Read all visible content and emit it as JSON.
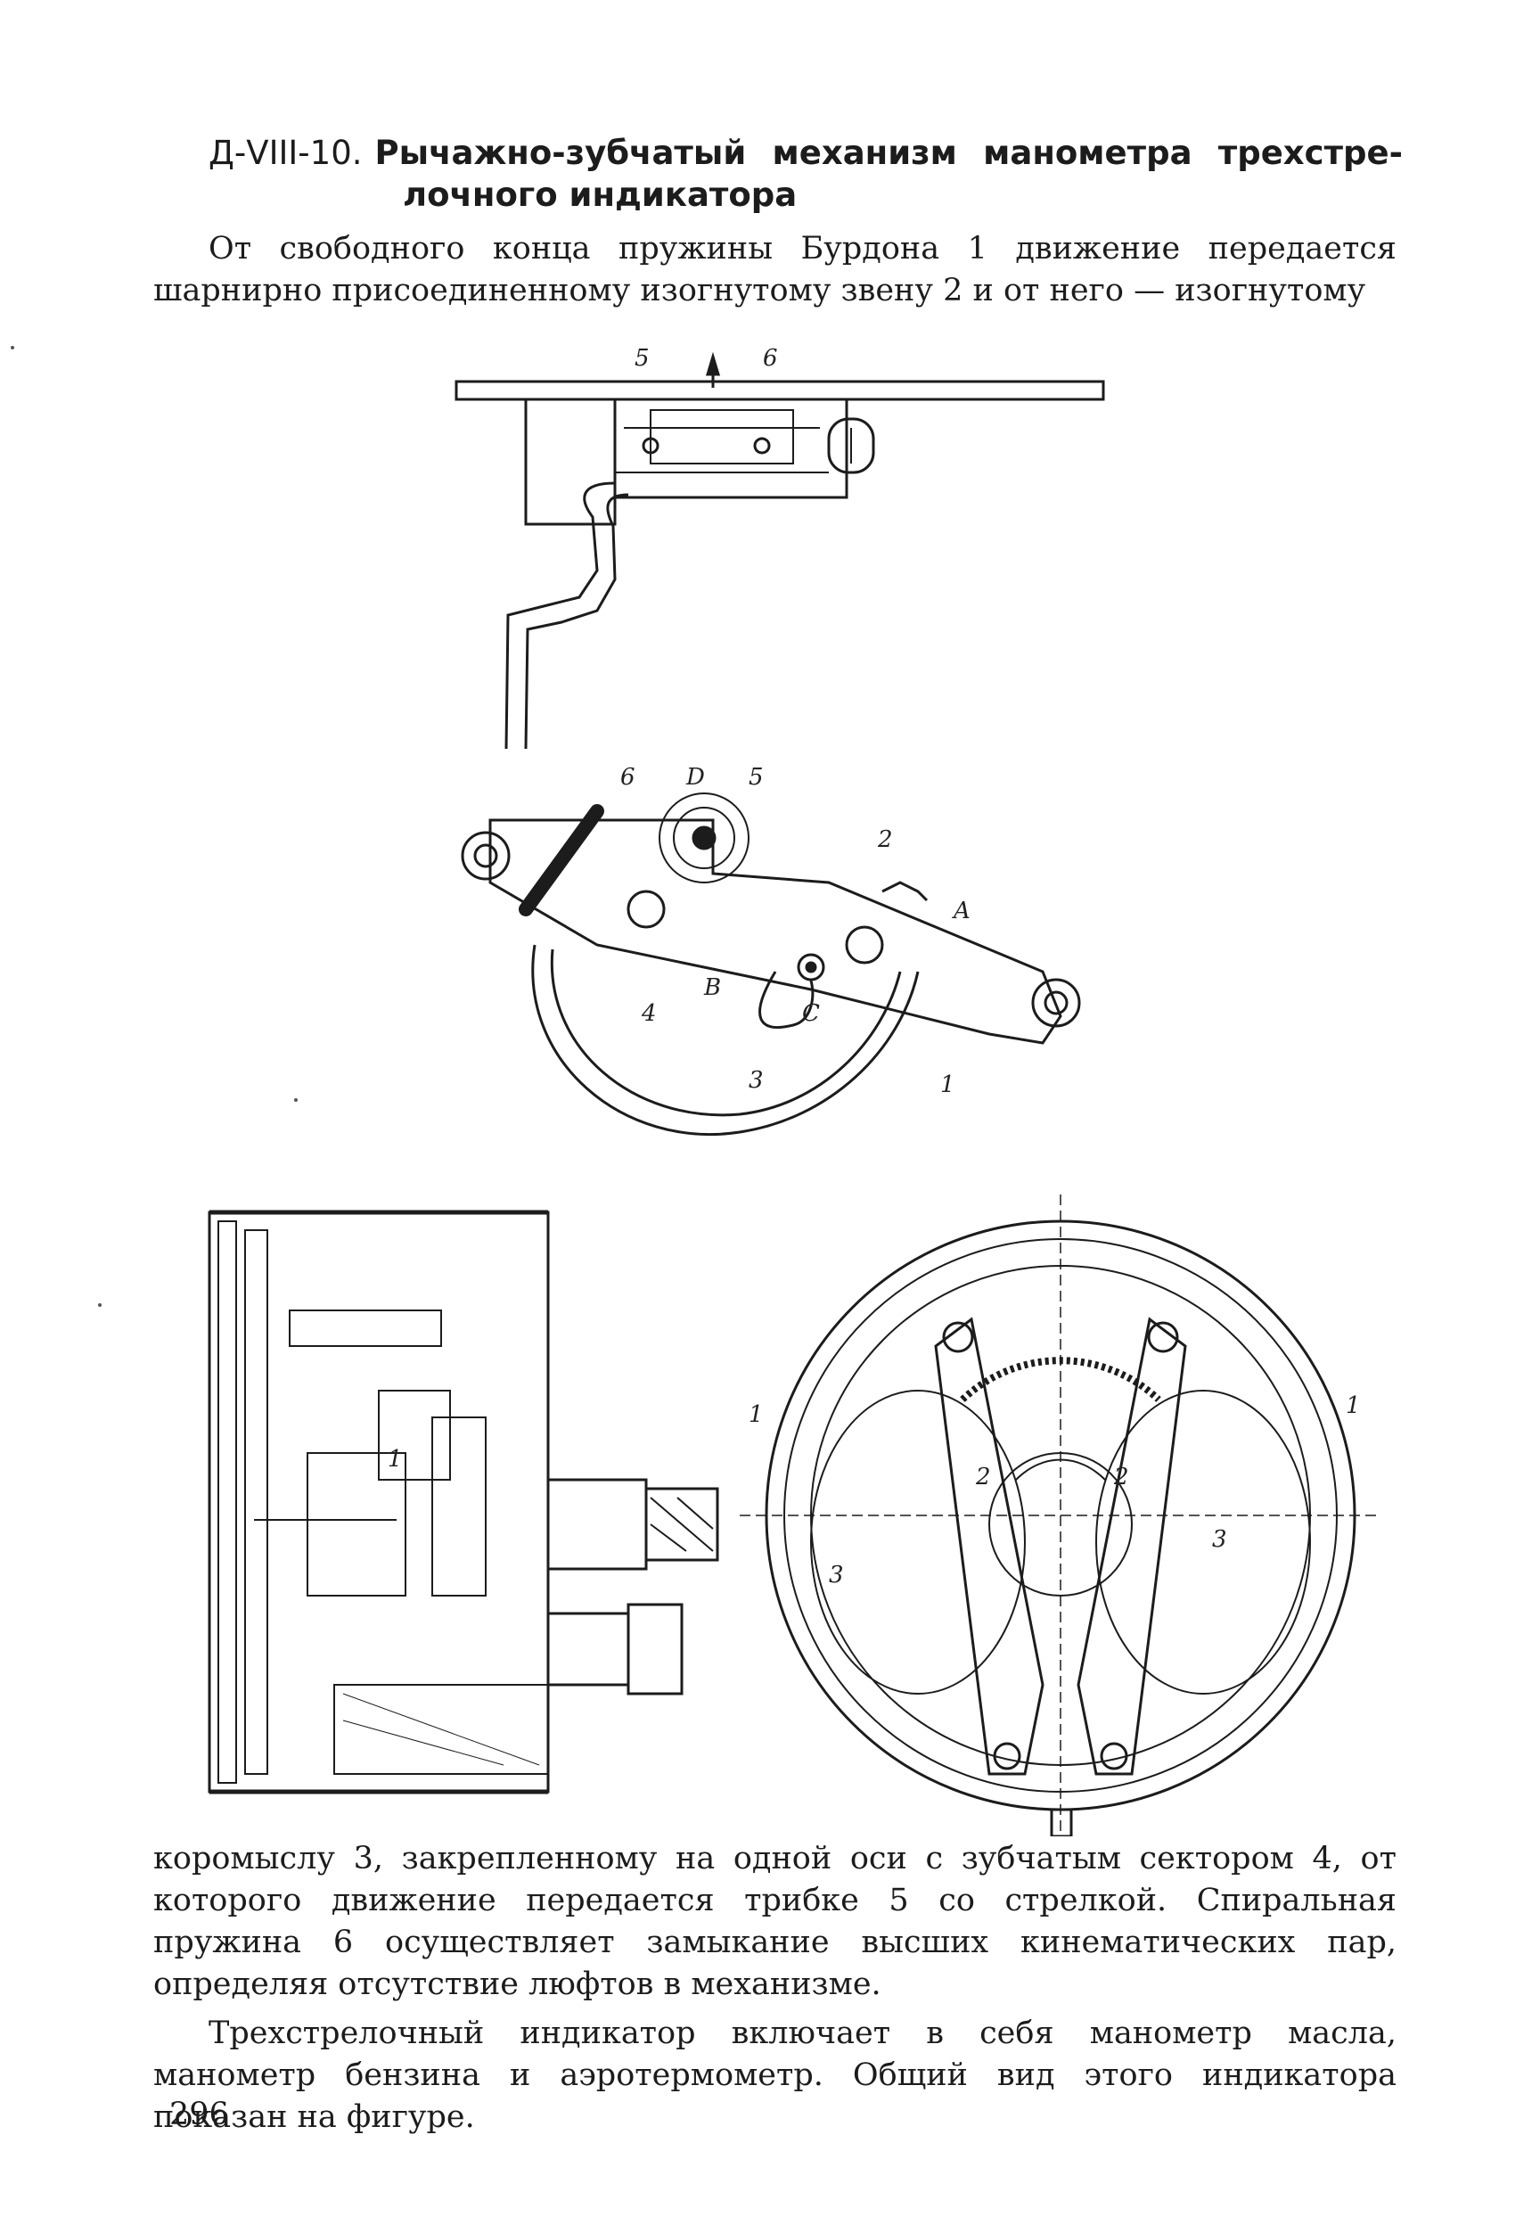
{
  "heading": {
    "code": "Д-VIII-10.",
    "title_words": [
      "Рычажно-зубчатый",
      "механизм",
      "манометра",
      "трехстре-"
    ],
    "title_line2": "лочного индикатора"
  },
  "paragraphs": {
    "p1": "От свободного конца пружины Бурдона 1 движение передается шарнирно присоединенному изогнутому звену 2 и от него — изогнутому",
    "p2": "коромыслу 3, закрепленному на одной оси с зубчатым сектором 4, от которого движение передается трибке 5 со стрелкой. Спиральная пружина 6 осуществляет замыкание высших кинематических пар, определяя отсутствие люфтов в механизме.",
    "p3": "Трехстрелочный индикатор включает в себя манометр масла, манометр бензина и аэротермометр. Общий вид этого индикатора показан на фигуре."
  },
  "page_number": "296",
  "figures": {
    "top_view": {
      "labels": [
        "5",
        "6"
      ]
    },
    "mechanism": {
      "labels": [
        "6",
        "D",
        "5",
        "2",
        "A",
        "4",
        "B",
        "C",
        "3",
        "1"
      ]
    },
    "section": {
      "labels": [
        "1"
      ]
    },
    "dial": {
      "labels": [
        "1",
        "1",
        "2",
        "2",
        "3",
        "3"
      ]
    }
  },
  "colors": {
    "ink": "#1c1c1c",
    "paper": "#ffffff"
  }
}
